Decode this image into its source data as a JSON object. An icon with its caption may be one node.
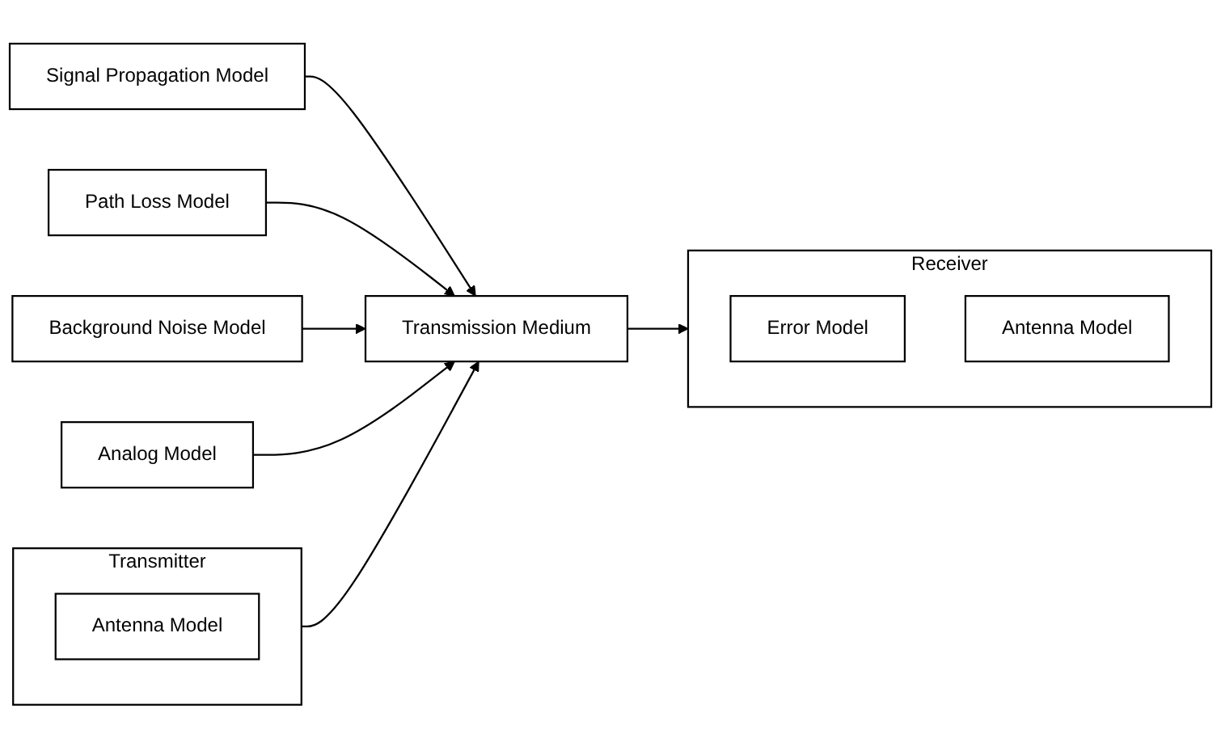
{
  "diagram": {
    "nodes": [
      {
        "text": [
          "Transmitter"
        ]
      },
      {
        "text": [
          "Antenna Model"
        ],
        "in": 0
      },
      {
        "text": [
          "Transmission Medium"
        ]
      },
      {
        "text": [
          "Receiver"
        ]
      },
      {
        "text": [
          "Error Model"
        ],
        "in": 3
      },
      {
        "text": [
          "Antenna Model"
        ],
        "in": 3
      },
      {
        "text": [
          "Signal Propagation Model"
        ]
      },
      {
        "text": [
          "Path Loss Model"
        ]
      },
      {
        "text": [
          "Background Noise Model"
        ]
      },
      {
        "text": [
          "Analog Model"
        ]
      }
    ],
    "edges": [
      {
        "from": 0,
        "to": 2,
        "arrow": "to"
      },
      {
        "from": 2,
        "to": 3,
        "arrow": "to"
      },
      {
        "from": 6,
        "to": 2,
        "arrow": "to"
      },
      {
        "from": 7,
        "to": 2,
        "arrow": "to"
      },
      {
        "from": 8,
        "to": 2,
        "arrow": "to"
      },
      {
        "from": 9,
        "to": 2,
        "arrow": "to"
      }
    ]
  }
}
